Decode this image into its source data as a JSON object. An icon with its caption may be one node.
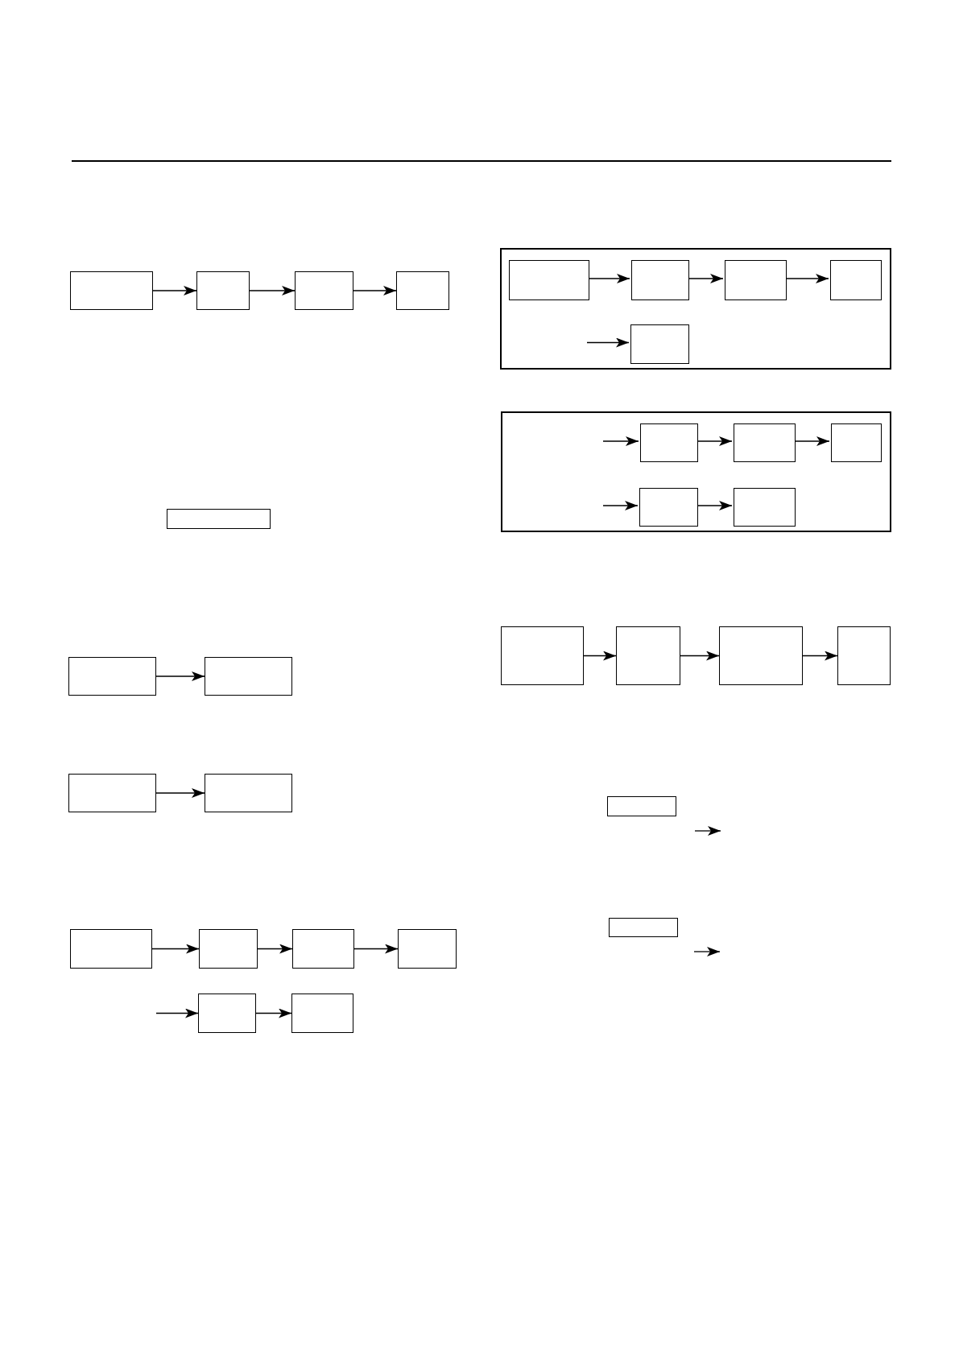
{
  "diagram": {
    "nodes": [
      {
        "text": [],
        "shape": "box"
      },
      {
        "text": [],
        "shape": "box"
      },
      {
        "text": [],
        "shape": "box"
      },
      {
        "text": [],
        "shape": "box"
      },
      {
        "text": [],
        "shape": "box"
      },
      {
        "text": [],
        "shape": "box"
      },
      {
        "text": [],
        "shape": "box"
      },
      {
        "text": [],
        "shape": "box"
      },
      {
        "text": [],
        "shape": "box"
      },
      {
        "text": [],
        "shape": "box"
      },
      {
        "text": [],
        "shape": "box"
      },
      {
        "text": [],
        "shape": "box"
      },
      {
        "text": [],
        "shape": "box"
      },
      {
        "text": [],
        "shape": "box"
      },
      {
        "text": [],
        "shape": "box"
      },
      {
        "text": [],
        "shape": "box"
      },
      {
        "text": [],
        "shape": "box",
        "in": 15
      },
      {
        "text": [],
        "shape": "box",
        "in": 15
      },
      {
        "text": [],
        "shape": "box",
        "in": 15
      },
      {
        "text": [],
        "shape": "box",
        "in": 15
      },
      {
        "text": [],
        "shape": "box",
        "in": 15
      },
      {
        "text": [],
        "shape": "box"
      },
      {
        "text": [],
        "shape": "box",
        "in": 21
      },
      {
        "text": [],
        "shape": "box",
        "in": 21
      },
      {
        "text": [],
        "shape": "box",
        "in": 21
      },
      {
        "text": [],
        "shape": "box",
        "in": 21
      },
      {
        "text": [],
        "shape": "box",
        "in": 21
      },
      {
        "text": [],
        "shape": "box"
      },
      {
        "text": [],
        "shape": "box"
      },
      {
        "text": [],
        "shape": "box"
      },
      {
        "text": [],
        "shape": "box"
      },
      {
        "text": [],
        "shape": "box"
      },
      {
        "text": [],
        "shape": "box"
      }
    ],
    "edges": [
      {
        "from": 0,
        "to": 1,
        "arrow": "to"
      },
      {
        "from": 1,
        "to": 2,
        "arrow": "to"
      },
      {
        "from": 2,
        "to": 3,
        "arrow": "to"
      },
      {
        "from": 5,
        "to": 6,
        "arrow": "to"
      },
      {
        "from": 7,
        "to": 8,
        "arrow": "to"
      },
      {
        "from": 9,
        "to": 10,
        "arrow": "to"
      },
      {
        "from": 10,
        "to": 11,
        "arrow": "to"
      },
      {
        "from": 11,
        "to": 12,
        "arrow": "to"
      },
      {
        "from": null,
        "to": 13,
        "arrow": "to"
      },
      {
        "from": 13,
        "to": 14,
        "arrow": "to"
      },
      {
        "from": 16,
        "to": 17,
        "arrow": "to"
      },
      {
        "from": 17,
        "to": 18,
        "arrow": "to"
      },
      {
        "from": 18,
        "to": 19,
        "arrow": "to"
      },
      {
        "from": null,
        "to": 20,
        "arrow": "to"
      },
      {
        "from": null,
        "to": 22,
        "arrow": "to"
      },
      {
        "from": 22,
        "to": 23,
        "arrow": "to"
      },
      {
        "from": 23,
        "to": 24,
        "arrow": "to"
      },
      {
        "from": null,
        "to": 25,
        "arrow": "to"
      },
      {
        "from": 25,
        "to": 26,
        "arrow": "to"
      },
      {
        "from": 27,
        "to": 28,
        "arrow": "to"
      },
      {
        "from": 28,
        "to": 29,
        "arrow": "to"
      },
      {
        "from": 29,
        "to": 30,
        "arrow": "to"
      }
    ]
  }
}
